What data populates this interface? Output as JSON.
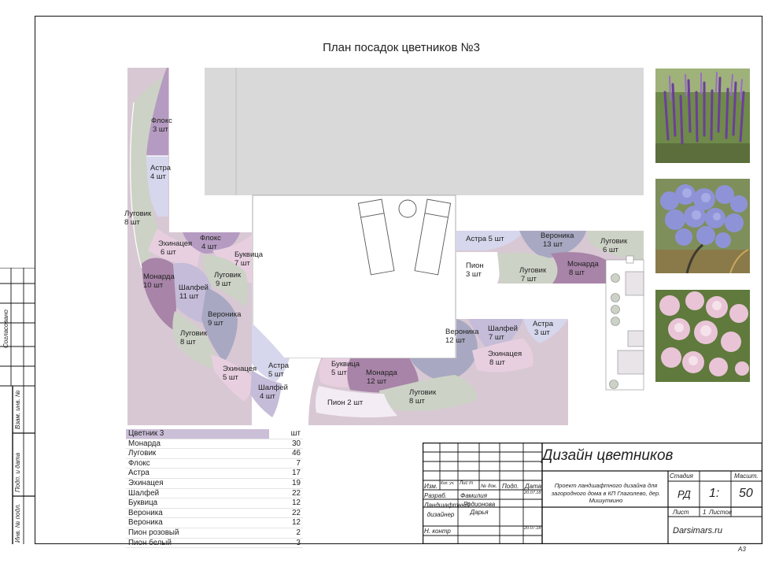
{
  "plan_title": "План посадок цветников №3",
  "zones": [
    {
      "name": "Флокс",
      "qty": "3 шт"
    },
    {
      "name": "Астра",
      "qty": "4 шт"
    },
    {
      "name": "Луговик",
      "qty": "8 шт"
    },
    {
      "name": "Эхинацея",
      "qty": "6 шт"
    },
    {
      "name": "Флокс",
      "qty": "4 шт"
    },
    {
      "name": "Буквица",
      "qty": "7 шт"
    },
    {
      "name": "Монарда",
      "qty": "10 шт"
    },
    {
      "name": "Шалфей",
      "qty": "11 шт"
    },
    {
      "name": "Луговик",
      "qty": "9 шт"
    },
    {
      "name": "Вероника",
      "qty": "9 шт"
    },
    {
      "name": "Луговик",
      "qty": "8 шт"
    },
    {
      "name": "Эхинацея",
      "qty": "5 шт"
    },
    {
      "name": "Астра",
      "qty": "5 шт"
    },
    {
      "name": "Шалфей",
      "qty": "4 шт"
    },
    {
      "name": "Астра 5 шт",
      "qty": ""
    },
    {
      "name": "Вероника",
      "qty": "13 шт"
    },
    {
      "name": "Луговик",
      "qty": "6 шт"
    },
    {
      "name": "Пион",
      "qty": "3 шт"
    },
    {
      "name": "Луговик",
      "qty": "7 шт"
    },
    {
      "name": "Монарда",
      "qty": "8 шт"
    },
    {
      "name": "Вероника",
      "qty": "12 шт"
    },
    {
      "name": "Шалфей",
      "qty": "7 шт"
    },
    {
      "name": "Астра",
      "qty": "3 шт"
    },
    {
      "name": "Эхинацея",
      "qty": "8 шт"
    },
    {
      "name": "Буквица",
      "qty": "5 шт"
    },
    {
      "name": "Монарда",
      "qty": "12 шт"
    },
    {
      "name": "Луговик",
      "qty": "8 шт"
    },
    {
      "name": "Пион 2 шт",
      "qty": ""
    }
  ],
  "photos": [
    {
      "name": "Шалфей"
    },
    {
      "name": "Вероника"
    },
    {
      "name": "Пион"
    }
  ],
  "totals": {
    "header_name": "Цветник 3",
    "header_unit": "шт",
    "rows": [
      {
        "name": "Монарда",
        "qty": "30"
      },
      {
        "name": "Луговик",
        "qty": "46"
      },
      {
        "name": "Флокс",
        "qty": "7"
      },
      {
        "name": "Астра",
        "qty": "17"
      },
      {
        "name": "Эхинацея",
        "qty": "19"
      },
      {
        "name": "Шалфей",
        "qty": "22"
      },
      {
        "name": "Буквица",
        "qty": "12"
      },
      {
        "name": "Вероника",
        "qty": "22"
      },
      {
        "name": "Вероника",
        "qty": "12"
      },
      {
        "name": "Пион розовый",
        "qty": "2"
      },
      {
        "name": "Пион белый",
        "qty": "3"
      }
    ]
  },
  "stamp": {
    "title": "Дизайн цветников",
    "project": "Проект ландшафтного дизайна для загородного дома в КП Глаголево, дер. Мишуткино",
    "izm": "Изм.",
    "kol": "Кол. уч.",
    "list_col": "Лис т",
    "ndok": "№ док.",
    "podp": "Подп.",
    "data": "Дата",
    "razrab": "Разраб.",
    "razrab_name": "Фамилия",
    "razrab_date": "20.07.18",
    "role": "Ландшафтный дизайнер",
    "role_name": "Родионова Дарья",
    "nkontr": "Н. контр",
    "nkontr_date": "20.07.18",
    "stadiya": "Стадия",
    "masht": "Масшт.",
    "stage": "РД",
    "scale_prefix": "1:",
    "scale_value": "50",
    "list_label": "Лист",
    "list_no": "1",
    "listov": "Листов",
    "site": "Darsimars.ru"
  },
  "left_strip": {
    "soglasovano": "Согласовано",
    "vzam": "Взам. инв. №",
    "podp_data": "Подп. и дата",
    "inv": "Инв. № подл."
  },
  "sheet_format": "А3",
  "colors": {
    "purple_light": "#c4bcd8",
    "purple": "#b59bc1",
    "magenta": "#a884a8",
    "grey_green": "#cdd2c6",
    "pink": "#e8cfe0",
    "lavender": "#d6d6ec",
    "slate": "#a8a8c2",
    "mauve_bg": "#d8c8d4",
    "building": "#d9d9d9"
  }
}
